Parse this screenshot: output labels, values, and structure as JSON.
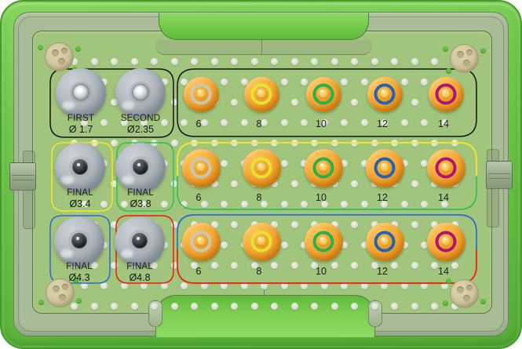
{
  "drill_slots": [
    {
      "label": "FIRST",
      "diameter": "Ø 1.7",
      "outline_color": "#141414",
      "tip": "silver"
    },
    {
      "label": "SECOND",
      "diameter": "Ø2.35",
      "outline_color": "#141414",
      "tip": "silver"
    },
    {
      "label": "FINAL",
      "diameter": "Ø3.4",
      "outline_color": "#f2ea1f",
      "tip": "dark"
    },
    {
      "label": "FINAL",
      "diameter": "Ø3.8",
      "outline_color": "#2fc14e",
      "tip": "dark"
    },
    {
      "label": "FINAL",
      "diameter": "Ø4.3",
      "outline_color": "#2e6bd0",
      "tip": "dark"
    },
    {
      "label": "FINAL",
      "diameter": "Ø4.8",
      "outline_color": "#f01c0c",
      "tip": "dark"
    }
  ],
  "stopper_sections": [
    {
      "outline_top": "#141414",
      "outline_bottom": "#141414",
      "sizes": [
        "6",
        "8",
        "10",
        "12",
        "14"
      ]
    },
    {
      "outline_top": "#f2ea1f",
      "outline_bottom": "#2fc14e",
      "sizes": [
        "6",
        "8",
        "10",
        "12",
        "14"
      ]
    },
    {
      "outline_top": "#2e6bd0",
      "outline_bottom": "#f01c0c",
      "sizes": [
        "6",
        "8",
        "10",
        "12",
        "14"
      ]
    }
  ],
  "stopper_ring_colors": [
    "#cbc7b6",
    "#e6e231",
    "#27b04b",
    "#2563b0",
    "#b01378"
  ],
  "palette": {
    "case_green": "#6ec649",
    "case_edge": "#49982f",
    "lid_band": "#a9bc98",
    "tray_green": "#a2c57d",
    "stopper_orange": "#f0a22e",
    "drill_gray": "#a9b1b8",
    "hole_dot": "#dde3d6",
    "corner_disc": "#d2c9a2"
  }
}
